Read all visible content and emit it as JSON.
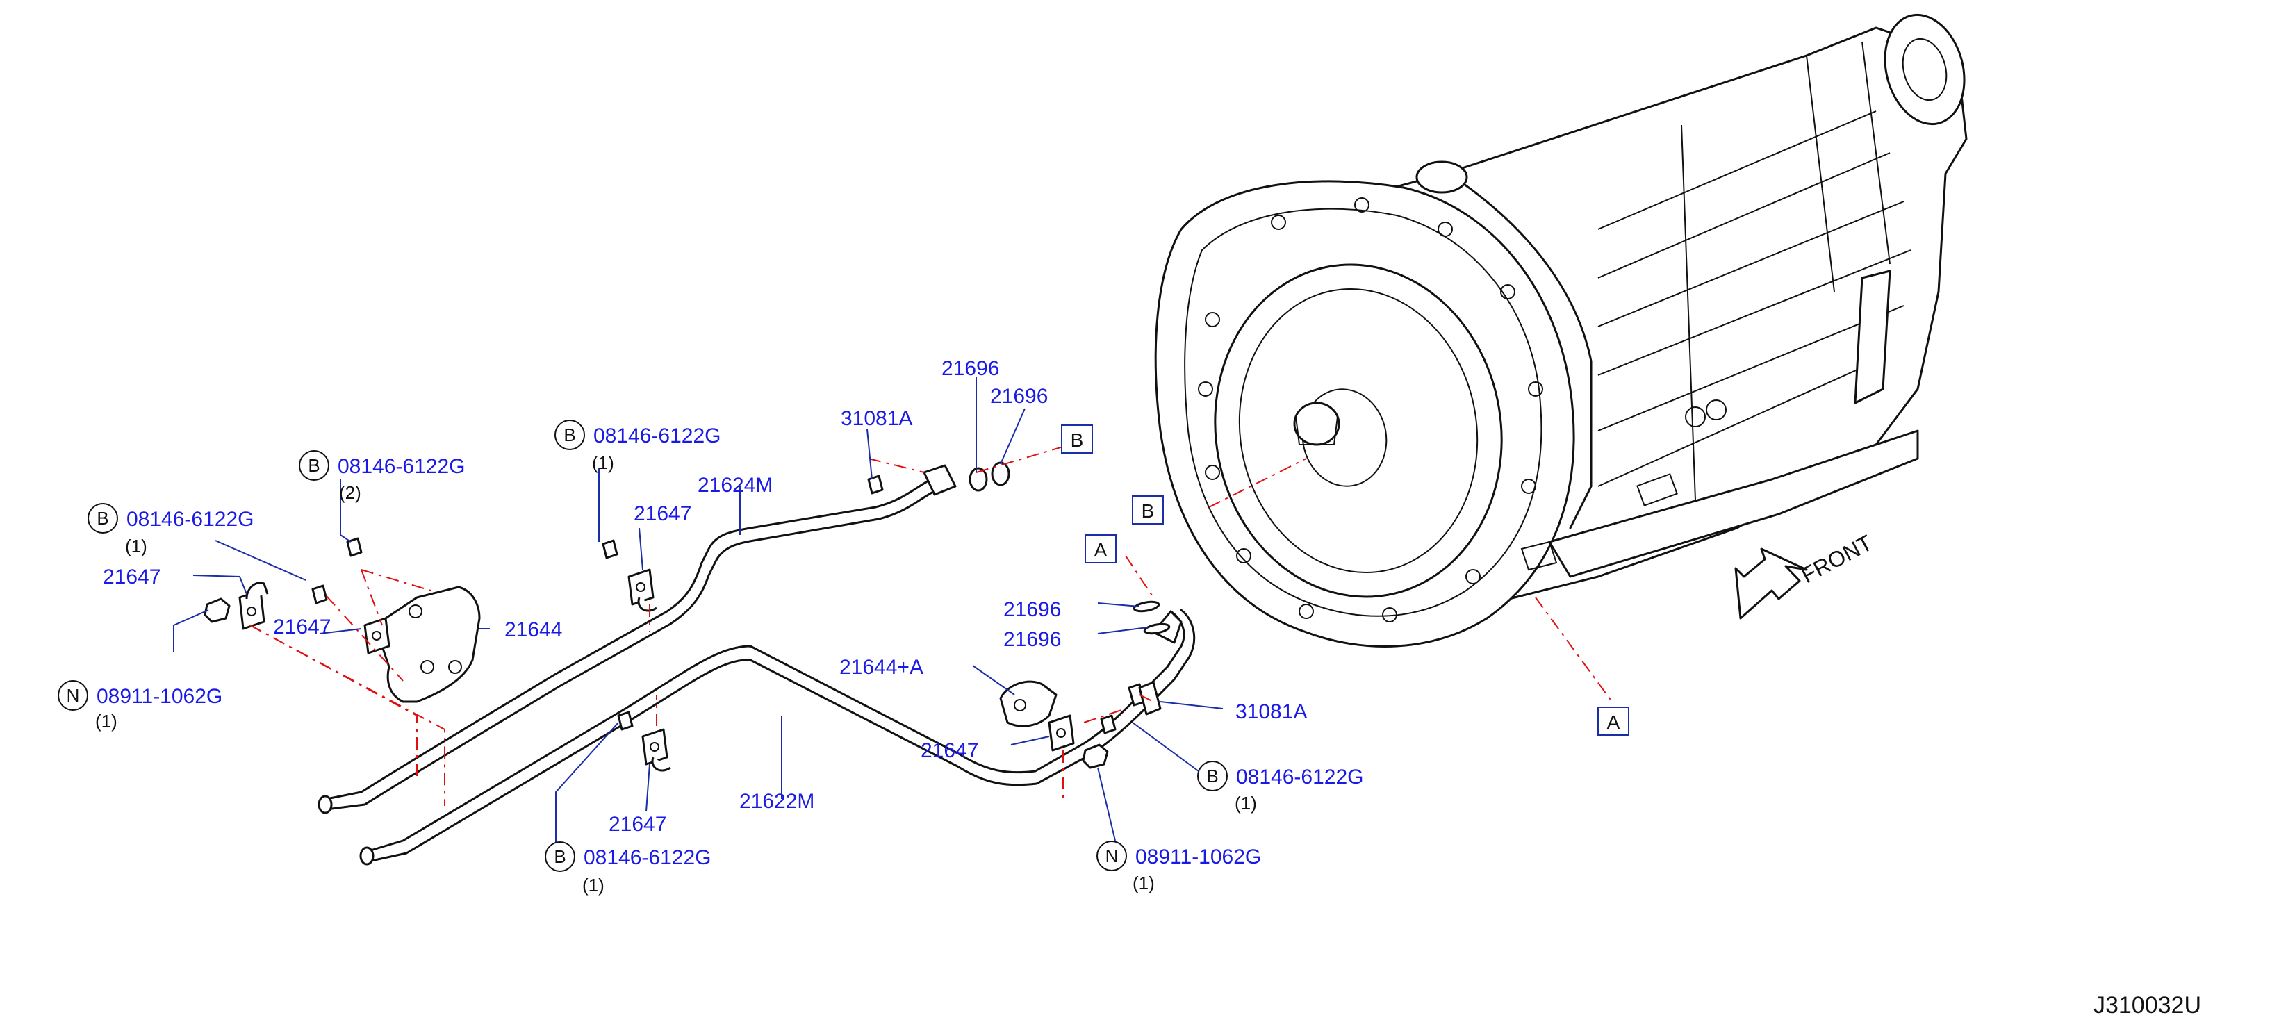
{
  "callouts": {
    "b_08146_top_left_mid": {
      "code": "08146-6122G",
      "qty": "(2)"
    },
    "b_08146_left": {
      "code": "08146-6122G",
      "qty": "(1)"
    },
    "b_08146_upper_center": {
      "code": "08146-6122G",
      "qty": "(1)"
    },
    "b_08146_bottom_center": {
      "code": "08146-6122G",
      "qty": "(1)"
    },
    "b_08146_right": {
      "code": "08146-6122G",
      "qty": "(1)"
    },
    "n_08911_left": {
      "code": "08911-1062G",
      "qty": "(1)"
    },
    "n_08911_right": {
      "code": "08911-1062G",
      "qty": "(1)"
    },
    "p21647_left": "21647",
    "p21647_mid_left": "21647",
    "p21647_upper": "21647",
    "p21647_lower": "21647",
    "p21647_right": "21647",
    "p21644": "21644",
    "p21644A": "21644+A",
    "p21624M": "21624M",
    "p21622M": "21622M",
    "p31081A_top": "31081A",
    "p31081A_right": "31081A",
    "p21696_top1": "21696",
    "p21696_top2": "21696",
    "p21696_mid1": "21696",
    "p21696_mid2": "21696"
  },
  "markers": {
    "circle_b": "B",
    "circle_n": "N",
    "box_a": "A",
    "box_b": "B"
  },
  "front_label": "FRONT",
  "diagram_code": "J310032U",
  "colors": {
    "part_number": "#1a1ae6",
    "leader": "#1a2ea8",
    "centerline": "#e01010",
    "outline": "#111111"
  }
}
